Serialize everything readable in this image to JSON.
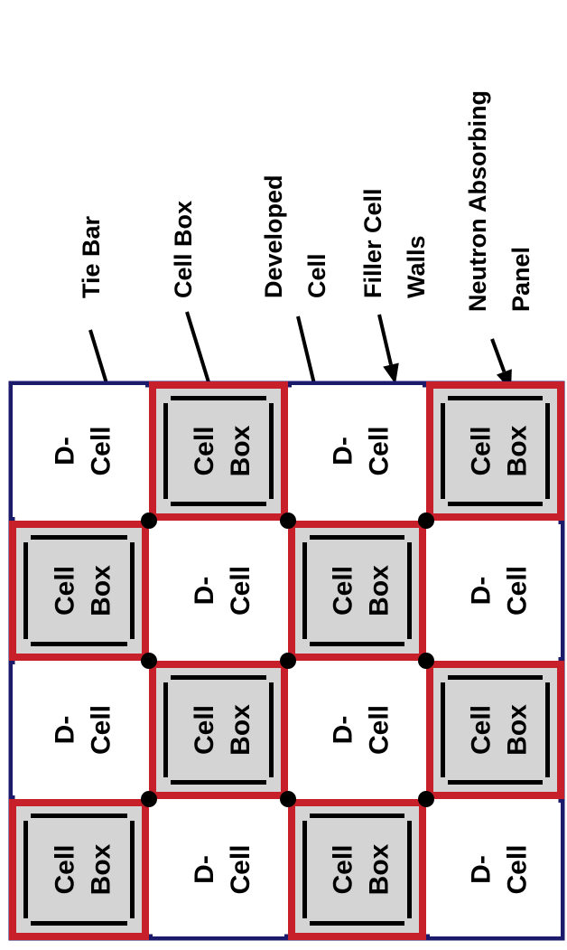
{
  "colors": {
    "outer_frame": "#1b1a6b",
    "cell_box_wall": "#c8202a",
    "cell_box_fill": "#d4d4d4",
    "absorber_panel": "#000000",
    "tie_bar": "#000000",
    "developed_cell_fill": "#ffffff"
  },
  "callouts": [
    {
      "id": "tie-bar",
      "lines": [
        "Tie Bar"
      ]
    },
    {
      "id": "cell-box",
      "lines": [
        "Cell Box"
      ]
    },
    {
      "id": "developed-cell",
      "lines": [
        "Developed",
        "Cell"
      ]
    },
    {
      "id": "filler-cell-walls",
      "lines": [
        "Filler Cell",
        "Walls"
      ]
    },
    {
      "id": "neutron-absorbing-panel",
      "lines": [
        "Neutron Absorbing",
        "Panel"
      ]
    }
  ],
  "labels": {
    "cell_box": [
      "Cell",
      "Box"
    ],
    "developed_cell": [
      "D-",
      "Cell"
    ]
  },
  "grid": {
    "rows": 4,
    "cols": 4,
    "cells": [
      [
        "D",
        "B",
        "D",
        "B"
      ],
      [
        "B",
        "D",
        "B",
        "D"
      ],
      [
        "D",
        "B",
        "D",
        "B"
      ],
      [
        "B",
        "D",
        "B",
        "D"
      ]
    ]
  }
}
